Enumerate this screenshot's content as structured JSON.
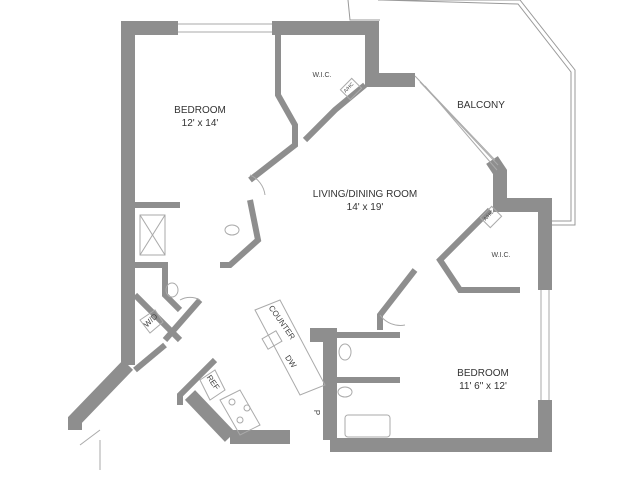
{
  "rooms": {
    "bedroom1": {
      "name": "BEDROOM",
      "size": "12' x 14'"
    },
    "wic1": "W.I.C.",
    "balcony": "BALCONY",
    "living": {
      "name": "LIVING/DINING ROOM",
      "size": "14' x 19'"
    },
    "wic2": "W.I.C.",
    "bedroom2": {
      "name": "BEDROOM",
      "size": "11' 6\" x 12'"
    }
  },
  "fixtures": {
    "hvac1": "A/HC",
    "hvac2": "A/HC",
    "washer_dryer": "W/D",
    "counter": "COUNTER",
    "dishwasher": "DW",
    "refrigerator": "REF",
    "pantry": "P"
  },
  "colors": {
    "wall": "#8e8e8e",
    "line": "#9a9a9a"
  }
}
